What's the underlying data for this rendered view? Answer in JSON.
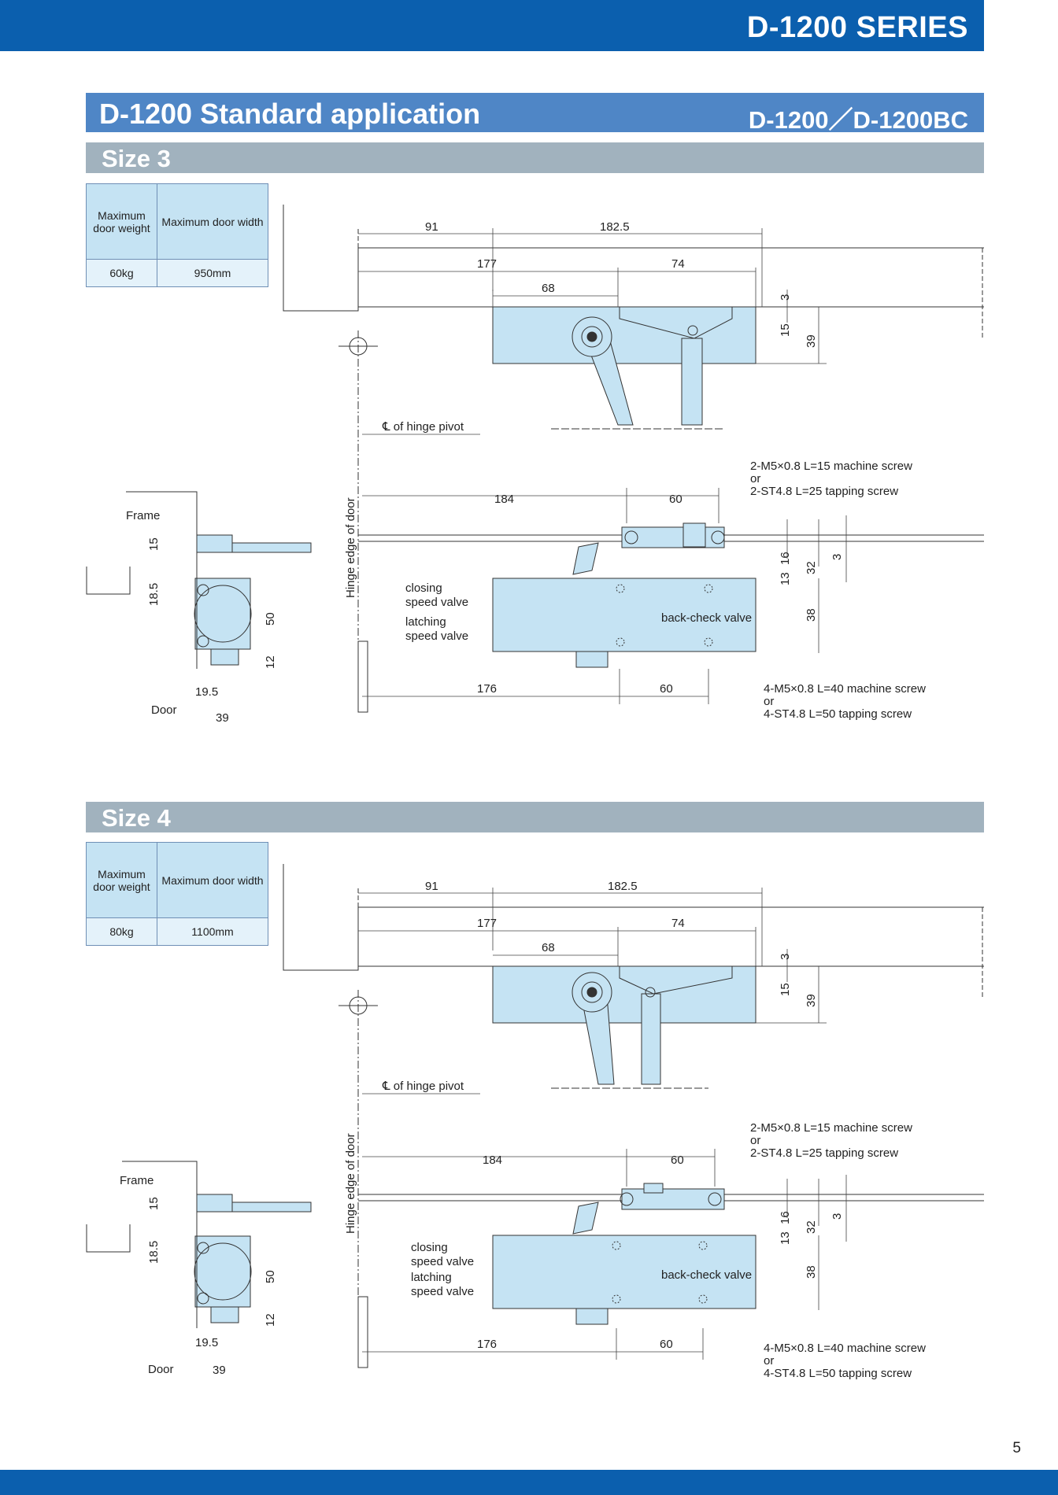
{
  "header": {
    "series_title": "D-1200 SERIES"
  },
  "section": {
    "title": "D-1200 Standard application",
    "models": "D-1200／D-1200BC"
  },
  "spec_headers": {
    "weight": "Maximum door weight",
    "width": "Maximum door width"
  },
  "sizes": [
    {
      "title": "Size 3",
      "max_weight": "60kg",
      "max_width": "950mm"
    },
    {
      "title": "Size 4",
      "max_weight": "80kg",
      "max_width": "1100mm"
    }
  ],
  "drawing_labels": {
    "hinge_pivot": "℄ of hinge pivot",
    "hinge_edge": "Hinge edge of door",
    "frame": "Frame",
    "door": "Door",
    "closing_speed_valve": [
      "closing",
      "speed valve"
    ],
    "latching_speed_valve": [
      "latching",
      "speed valve"
    ],
    "back_check_valve": "back-check valve",
    "bracket_screw": [
      "2-M5×0.8 L=15 machine screw",
      "or",
      "2-ST4.8 L=25 tapping screw"
    ],
    "body_screw": [
      "4-M5×0.8 L=40 machine screw",
      "or",
      "4-ST4.8 L=50 tapping screw"
    ]
  },
  "dims": {
    "top_a": "91",
    "top_b": "182.5",
    "top_c": "177",
    "top_d": "74",
    "top_e": "68",
    "top_v1": "3",
    "top_v2": "15",
    "top_v3": "39",
    "front_a": "184",
    "front_b": "60",
    "front_c": "176",
    "front_d": "60",
    "front_v1": "16",
    "front_v2": "13",
    "front_v3": "32",
    "front_v4": "3",
    "front_v5": "38",
    "side_a": "15",
    "side_b": "18.5",
    "side_c": "50",
    "side_d": "12",
    "side_e": "19.5",
    "side_f": "39"
  },
  "colors": {
    "band": "#0b5fae",
    "section": "#4f86c6",
    "size_bar": "#a1b2be",
    "part_fill": "#c5e3f3"
  },
  "page_number": "5"
}
